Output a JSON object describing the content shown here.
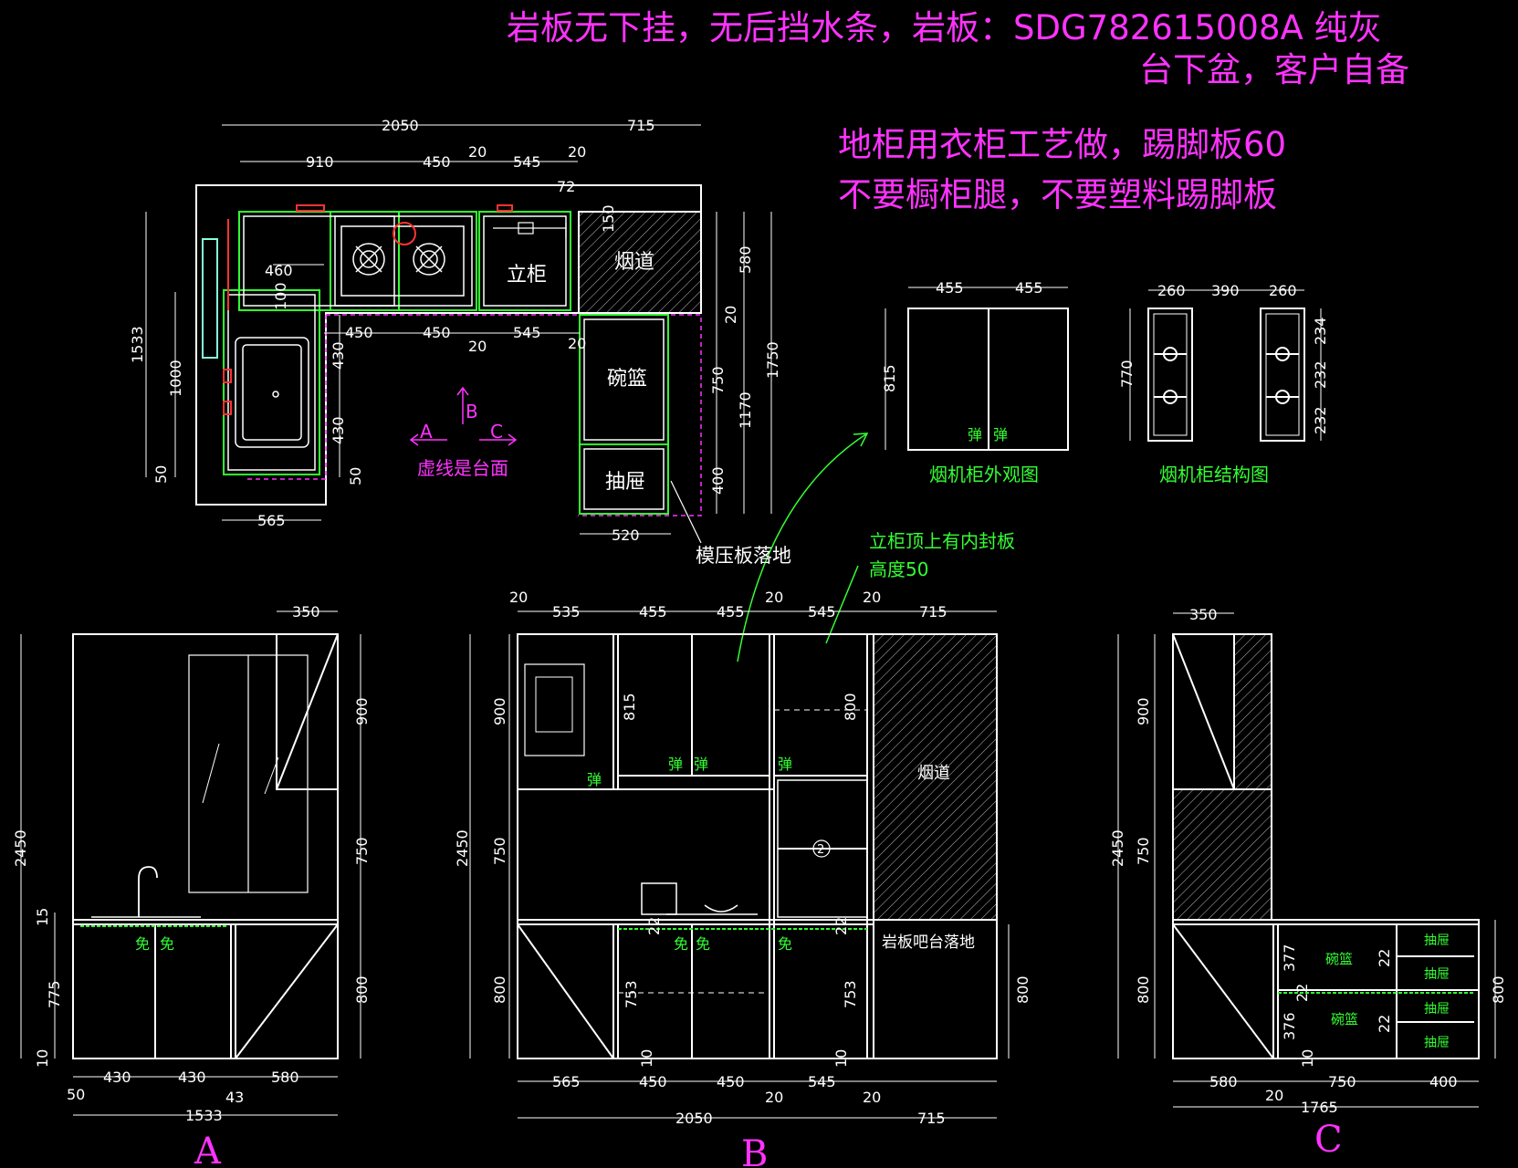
{
  "notes": {
    "line1": "岩板无下挂，无后挡水条，岩板：SDG782615008A 纯灰",
    "line2": "台下盆，客户自备",
    "line3": "地柜用衣柜工艺做，踢脚板60",
    "line4": "不要橱柜腿，不要塑料踢脚板"
  },
  "colors": {
    "background": "#000000",
    "lines": "#ffffff",
    "cabinet": "#33ff33",
    "note": "#ff33ff",
    "marker": "#ff3333"
  },
  "plan": {
    "dims": {
      "total_back": "2050",
      "right_part": "715",
      "d910": "910",
      "d450a": "450",
      "d20a": "20",
      "d545a": "545",
      "d20b": "20",
      "d72": "72",
      "d150": "150",
      "d460": "460",
      "d100": "100",
      "d450b": "450",
      "d450c": "450",
      "d20c": "20",
      "d545b": "545",
      "d20d": "20",
      "d430a": "430",
      "d430b": "430",
      "d50r": "50",
      "d1533": "1533",
      "d1000": "1000",
      "d50l": "50",
      "d565": "565",
      "d580": "580",
      "d20e": "20",
      "d750": "750",
      "d1170": "1170",
      "d1750": "1750",
      "d400": "400",
      "d520": "520"
    },
    "labels": {
      "tall": "立柜",
      "flue": "烟道",
      "basket": "碗篮",
      "drawer": "抽屉",
      "dashed_note": "虚线是台面",
      "a": "A",
      "b": "B",
      "c": "C",
      "molded": "模压板落地"
    }
  },
  "hood": {
    "ext_title": "烟机柜外观图",
    "str_title": "烟机柜结构图",
    "d455a": "455",
    "d455b": "455",
    "d815": "815",
    "spring1": "弹",
    "spring2": "弹",
    "d260a": "260",
    "d390": "390",
    "d260b": "260",
    "d770": "770",
    "d234": "234",
    "d232a": "232",
    "d232b": "232"
  },
  "callout": {
    "line1": "立柜顶上有内封板",
    "line2": "高度50"
  },
  "elevA": {
    "d350": "350",
    "d900": "900",
    "d750": "750",
    "d800": "800",
    "d2450": "2450",
    "d15": "15",
    "d775": "775",
    "d10": "10",
    "d430a": "430",
    "d430b": "430",
    "d580": "580",
    "d50": "50",
    "d43": "43",
    "d1533": "1533",
    "free1": "免",
    "free2": "免",
    "view": "A"
  },
  "elevB": {
    "d20a": "20",
    "d535": "535",
    "d455a": "455",
    "d455b": "455",
    "d20b": "20",
    "d545t": "545",
    "d20c": "20",
    "d715t": "715",
    "d900": "900",
    "d750": "750",
    "d800": "800",
    "d2450": "2450",
    "d815": "815",
    "d800r": "800",
    "d22a": "22",
    "d22b": "22",
    "d753a": "753",
    "d753b": "753",
    "d10a": "10",
    "d10b": "10",
    "d800rr": "800",
    "d565": "565",
    "d450a": "450",
    "d450b": "450",
    "d20d": "20",
    "d545b": "545",
    "d20e": "20",
    "d2050": "2050",
    "d715b": "715",
    "spring1": "弹",
    "spring2": "弹",
    "spring3": "弹",
    "spring4": "弹",
    "free1": "免",
    "free2": "免",
    "free3": "免",
    "flue": "烟道",
    "bar": "岩板吧台落地",
    "num2": "2",
    "view": "B"
  },
  "elevC": {
    "d350": "350",
    "d900": "900",
    "d750": "750",
    "d800": "800",
    "d2450": "2450",
    "d800r": "800",
    "d377": "377",
    "d376": "376",
    "d22a": "22",
    "d22b": "22",
    "d22c": "22",
    "d10": "10",
    "basket1": "碗篮",
    "basket2": "碗篮",
    "drawer1": "抽屉",
    "drawer2": "抽屉",
    "drawer3": "抽屉",
    "drawer4": "抽屉",
    "d580": "580",
    "d20": "20",
    "d750b": "750",
    "d400": "400",
    "d1765": "1765",
    "view": "C"
  }
}
